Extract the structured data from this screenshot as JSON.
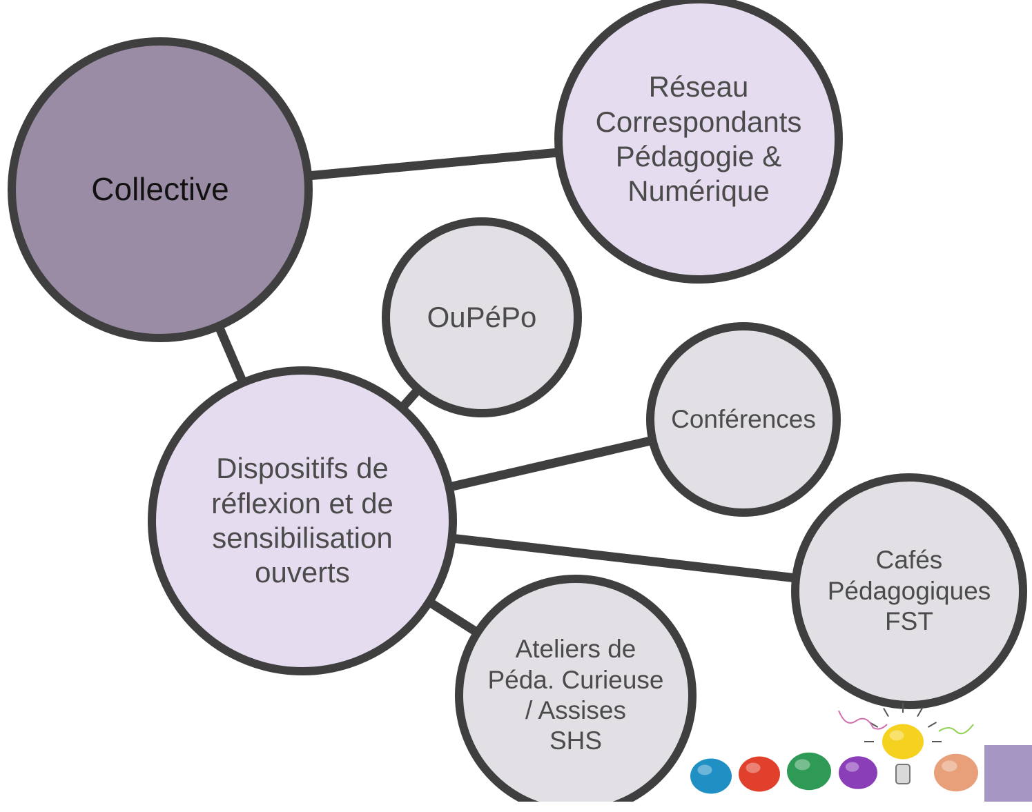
{
  "diagram": {
    "colors": {
      "edge": "#3f3f3f",
      "primary": "#9a8ca5",
      "secondary": "#e5dcef",
      "tertiary": "#e2dfe5",
      "accent": "#a596c4"
    },
    "nodes": [
      {
        "id": "collective",
        "label": "Collective",
        "fill": "primary",
        "text_color": "#111111"
      },
      {
        "id": "reseau",
        "label": "Réseau\nCorrespondants\n Pédagogie &\nNumérique",
        "fill": "secondary"
      },
      {
        "id": "oupepo",
        "label": "OuPéPo",
        "fill": "tertiary"
      },
      {
        "id": "dispositifs",
        "label": "Dispositifs de\nréflexion et de\nsensibilisation\nouverts",
        "fill": "secondary"
      },
      {
        "id": "conferences",
        "label": "Conférences",
        "fill": "tertiary"
      },
      {
        "id": "cafes",
        "label": "Cafés\nPédagogiques\nFST",
        "fill": "tertiary"
      },
      {
        "id": "ateliers",
        "label": "Ateliers de\nPéda. Curieuse\n/ Assises\nSHS",
        "fill": "tertiary"
      }
    ],
    "edges": [
      {
        "from": "collective",
        "to": "reseau"
      },
      {
        "from": "collective",
        "to": "dispositifs"
      },
      {
        "from": "dispositifs",
        "to": "oupepo"
      },
      {
        "from": "dispositifs",
        "to": "conferences"
      },
      {
        "from": "dispositifs",
        "to": "cafes"
      },
      {
        "from": "dispositifs",
        "to": "ateliers"
      }
    ]
  },
  "decoration": {
    "paper_balls": [
      {
        "name": "blue-paper-ball",
        "color": "#1f8fc4"
      },
      {
        "name": "red-paper-ball",
        "color": "#e0402c"
      },
      {
        "name": "green-paper-ball",
        "color": "#2e9a55"
      },
      {
        "name": "purple-paper-ball",
        "color": "#8a3fb8"
      },
      {
        "name": "yellow-lightbulb",
        "color": "#f4d21f"
      },
      {
        "name": "peach-paper-ball",
        "color": "#e7a07a"
      }
    ]
  }
}
